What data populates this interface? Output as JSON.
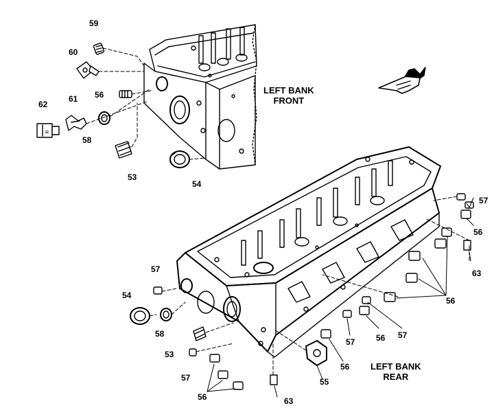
{
  "diagram": {
    "titles": {
      "front_line1": "LEFT BANK",
      "front_line2": "FRONT",
      "rear_line1": "LEFT BANK",
      "rear_line2": "REAR"
    },
    "callouts": {
      "c59": "59",
      "c60": "60",
      "c56a": "56",
      "c61": "61",
      "c62": "62",
      "c58a": "58",
      "c53a": "53",
      "c54a": "54",
      "c57a": "57",
      "c56b": "56",
      "c63a": "63",
      "c56c": "56",
      "c57b": "57",
      "c54b": "54",
      "c58b": "58",
      "c53b": "53",
      "c57c": "57",
      "c56d": "56",
      "c63b": "63",
      "c55": "55",
      "c56e": "56",
      "c57d": "57",
      "c56f": "56",
      "c57e": "57"
    },
    "plug_marking": "R"
  }
}
